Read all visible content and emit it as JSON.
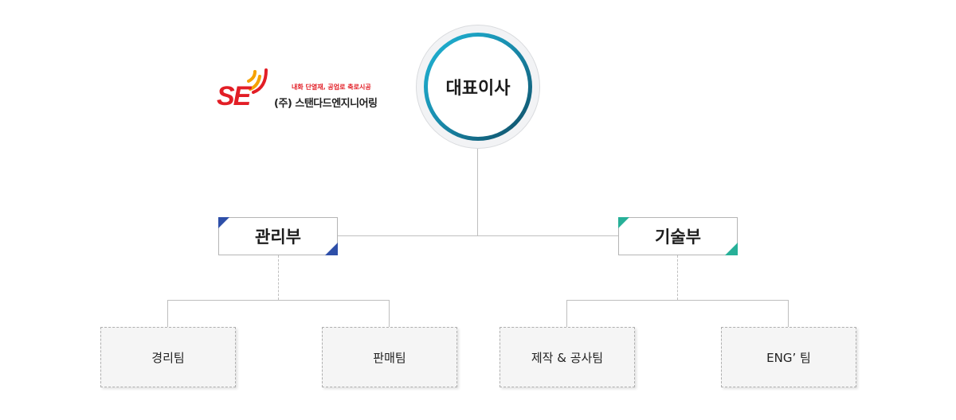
{
  "logo": {
    "mark": "SE",
    "slogan": "내화 단열재, 공업로 축로시공",
    "company": "(주) 스탠다드엔지니어링",
    "colors": {
      "mark": "#e21e26",
      "waves": "#f5a100"
    }
  },
  "ceo": {
    "label": "대표이사"
  },
  "departments": [
    {
      "label": "관리부",
      "accent": "#2e4fa8",
      "teams": [
        {
          "label": "경리팀"
        },
        {
          "label": "판매팀"
        }
      ]
    },
    {
      "label": "기술부",
      "accent": "#27b098",
      "teams": [
        {
          "label": "제작 & 공사팀"
        },
        {
          "label": "ENG’ 팀"
        }
      ]
    }
  ]
}
